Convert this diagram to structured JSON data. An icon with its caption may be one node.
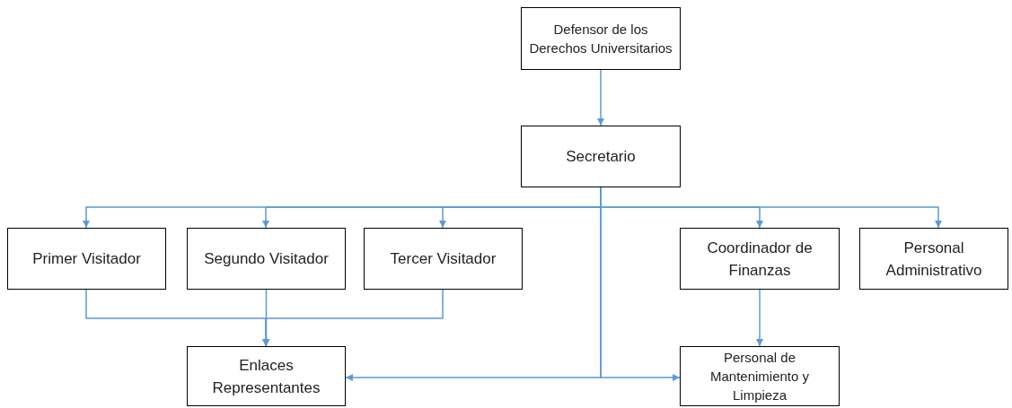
{
  "diagram": {
    "nodes": [
      {
        "text": [
          "Defensor de los Derechos Universitarios"
        ]
      },
      {
        "text": [
          "Secretario"
        ]
      },
      {
        "text": [
          "Primer Visitador"
        ]
      },
      {
        "text": [
          "Segundo Visitador"
        ]
      },
      {
        "text": [
          "Tercer Visitador"
        ]
      },
      {
        "text": [
          "Coordinador de Finanzas"
        ]
      },
      {
        "text": [
          "Personal Administrativo"
        ]
      },
      {
        "text": [
          "Enlaces Representantes"
        ]
      },
      {
        "text": [
          "Personal de Mantenimiento y Limpieza"
        ]
      }
    ],
    "edges": [
      {
        "from": 0,
        "to": 1,
        "arrow": "to"
      },
      {
        "from": 1,
        "to": 2,
        "arrow": "to"
      },
      {
        "from": 1,
        "to": 3,
        "arrow": "to"
      },
      {
        "from": 1,
        "to": 4,
        "arrow": "to"
      },
      {
        "from": 1,
        "to": 5,
        "arrow": "to"
      },
      {
        "from": 1,
        "to": 6,
        "arrow": "to"
      },
      {
        "from": 1,
        "to": 7,
        "arrow": "to"
      },
      {
        "from": 1,
        "to": 8,
        "arrow": "to"
      },
      {
        "from": 2,
        "to": 7,
        "arrow": "to"
      },
      {
        "from": 3,
        "to": 7,
        "arrow": "to"
      },
      {
        "from": 4,
        "to": 7,
        "arrow": "to"
      },
      {
        "from": 5,
        "to": 8,
        "arrow": "to"
      }
    ]
  }
}
